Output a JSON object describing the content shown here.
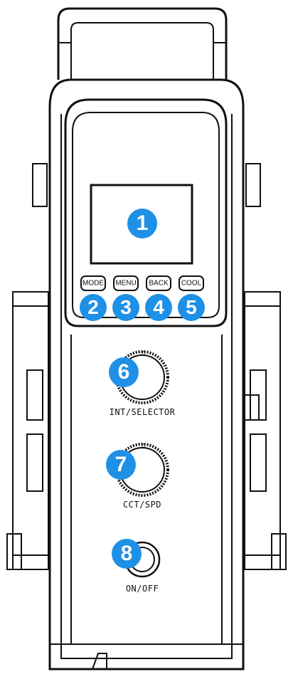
{
  "colors": {
    "callout": "#1e90e6",
    "outline": "#111111",
    "background": "#ffffff"
  },
  "screen": {
    "callout": "1"
  },
  "buttons": [
    {
      "label": "MODE",
      "callout": "2"
    },
    {
      "label": "MENU",
      "callout": "3"
    },
    {
      "label": "BACK",
      "callout": "4"
    },
    {
      "label": "COOL",
      "callout": "5"
    }
  ],
  "knobs": [
    {
      "label": "INT/SELECTOR",
      "callout": "6",
      "marker": "△"
    },
    {
      "label": "CCT/SPD",
      "callout": "7",
      "marker": "△"
    }
  ],
  "power": {
    "label": "ON/OFF",
    "callout": "8"
  }
}
